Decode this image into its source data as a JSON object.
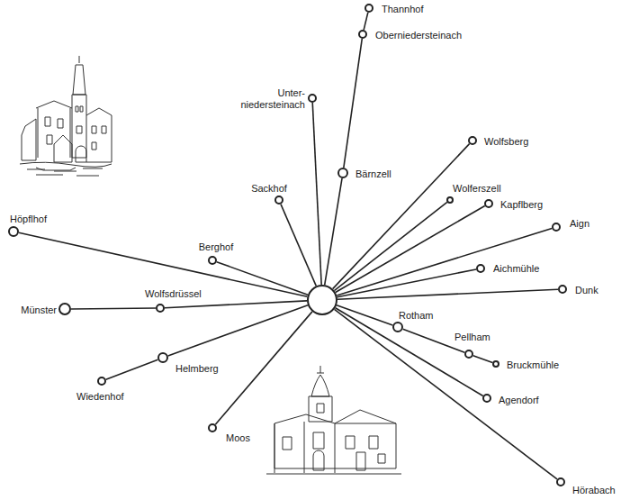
{
  "diagram": {
    "nodes": [
      {
        "text": []
      },
      {
        "text": [
          "Thannhof"
        ]
      },
      {
        "text": [
          "Oberniedersteinach"
        ]
      },
      {
        "text": [
          "Unter- niedersteinach"
        ]
      },
      {
        "text": [
          "Wolfsberg"
        ]
      },
      {
        "text": [
          "Bärnzell"
        ]
      },
      {
        "text": [
          "Wolferszell"
        ]
      },
      {
        "text": [
          "Sackhof"
        ]
      },
      {
        "text": [
          "Kapflberg"
        ]
      },
      {
        "text": [
          "Höpflhof"
        ]
      },
      {
        "text": [
          "Aign"
        ]
      },
      {
        "text": [
          "Berghof"
        ]
      },
      {
        "text": [
          "Aichmühle"
        ]
      },
      {
        "text": [
          "Münster"
        ]
      },
      {
        "text": [
          "Wolfsdrüssel"
        ]
      },
      {
        "text": [
          "Dunk"
        ]
      },
      {
        "text": [
          "Rotham"
        ]
      },
      {
        "text": [
          "Pellham"
        ]
      },
      {
        "text": [
          "Bruckmühle"
        ]
      },
      {
        "text": [
          "Helmberg"
        ]
      },
      {
        "text": [
          "Wiedenhof"
        ]
      },
      {
        "text": [
          "Agendorf"
        ]
      },
      {
        "text": [
          "Moos"
        ]
      },
      {
        "text": [
          "Hörabach"
        ]
      }
    ],
    "edges": [
      {
        "from": 0,
        "to": 5,
        "arrow": "none"
      },
      {
        "from": 5,
        "to": 2,
        "arrow": "none"
      },
      {
        "from": 2,
        "to": 1,
        "arrow": "none"
      },
      {
        "from": 0,
        "to": 3,
        "arrow": "none"
      },
      {
        "from": 0,
        "to": 4,
        "arrow": "none"
      },
      {
        "from": 0,
        "to": 6,
        "arrow": "none"
      },
      {
        "from": 0,
        "to": 7,
        "arrow": "none"
      },
      {
        "from": 0,
        "to": 8,
        "arrow": "none"
      },
      {
        "from": 0,
        "to": 9,
        "arrow": "none"
      },
      {
        "from": 0,
        "to": 10,
        "arrow": "none"
      },
      {
        "from": 0,
        "to": 11,
        "arrow": "none"
      },
      {
        "from": 0,
        "to": 12,
        "arrow": "none"
      },
      {
        "from": 0,
        "to": 14,
        "arrow": "none"
      },
      {
        "from": 14,
        "to": 13,
        "arrow": "none"
      },
      {
        "from": 0,
        "to": 15,
        "arrow": "none"
      },
      {
        "from": 0,
        "to": 16,
        "arrow": "none"
      },
      {
        "from": 16,
        "to": 17,
        "arrow": "none"
      },
      {
        "from": 17,
        "to": 18,
        "arrow": "none"
      },
      {
        "from": 0,
        "to": 19,
        "arrow": "none"
      },
      {
        "from": 19,
        "to": 20,
        "arrow": "none"
      },
      {
        "from": 0,
        "to": 21,
        "arrow": "none"
      },
      {
        "from": 0,
        "to": 22,
        "arrow": "none"
      },
      {
        "from": 0,
        "to": 23,
        "arrow": "none"
      }
    ]
  }
}
